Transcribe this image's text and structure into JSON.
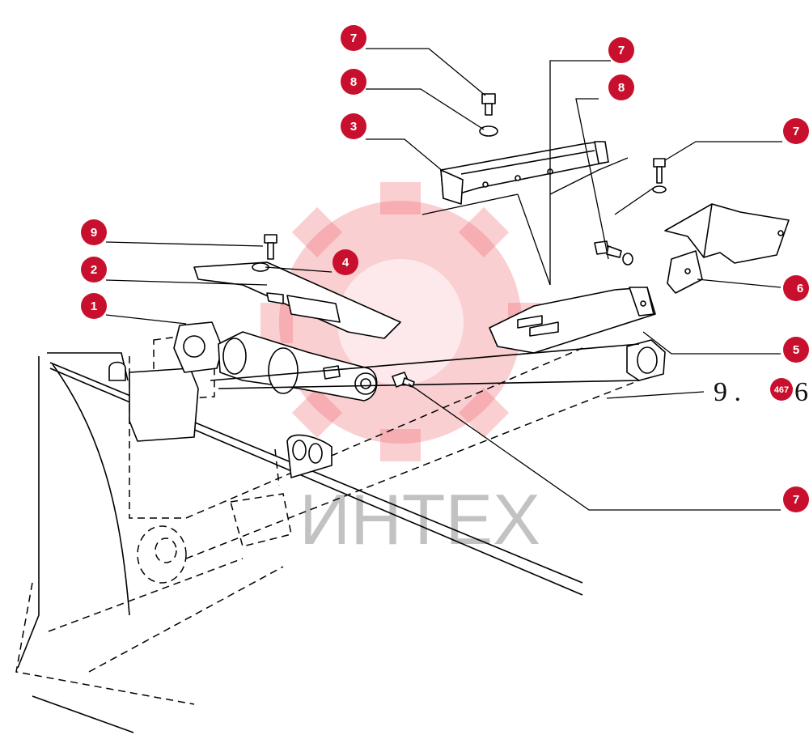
{
  "watermark": {
    "text": "ИНТЕХ"
  },
  "drawing_number": {
    "left": "9 .",
    "badge": "467",
    "right": "6"
  },
  "callouts": [
    {
      "label": "7"
    },
    {
      "label": "8"
    },
    {
      "label": "3"
    },
    {
      "label": "7"
    },
    {
      "label": "8"
    },
    {
      "label": "7"
    },
    {
      "label": "9"
    },
    {
      "label": "4"
    },
    {
      "label": "2"
    },
    {
      "label": "1"
    },
    {
      "label": "6"
    },
    {
      "label": "5"
    },
    {
      "label": "7"
    }
  ],
  "colors": {
    "callout": "#c8102e",
    "watermark": "#ee6b73"
  }
}
